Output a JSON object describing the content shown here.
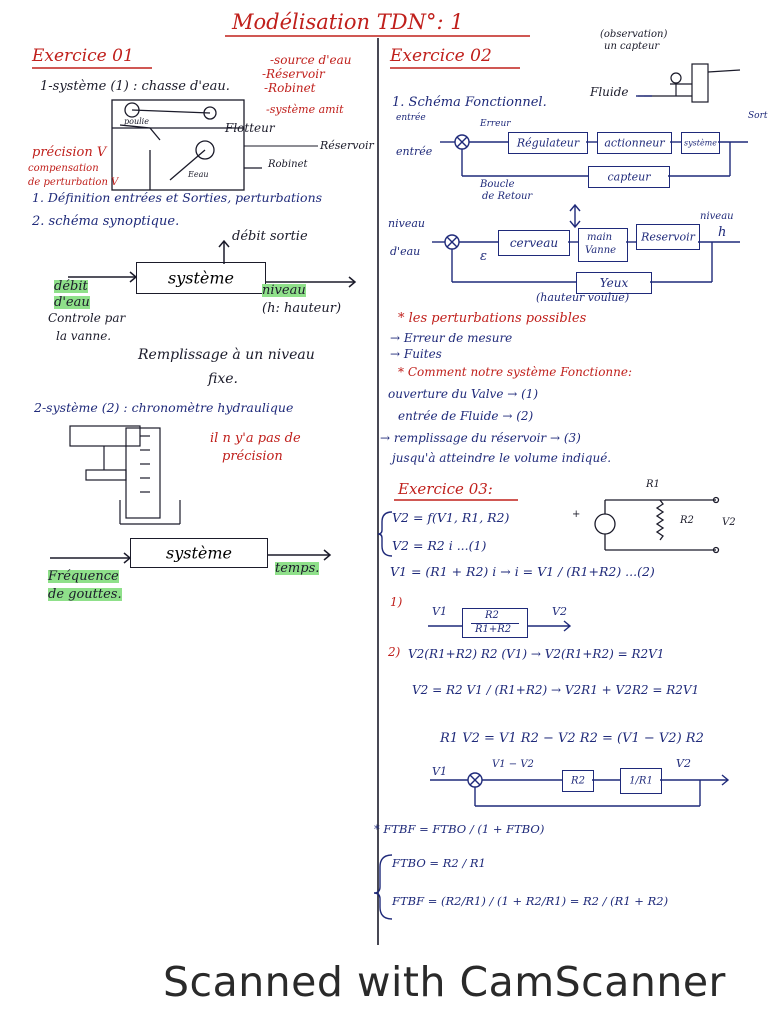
{
  "sheet": {
    "title": "Modélisation TDN°: 1",
    "footer": "Scanned with CamScanner"
  },
  "ex1": {
    "heading": "Exercice 01",
    "item1": "1-système (1) : chasse d'eau.",
    "notes": [
      "-source d'eau",
      "-Réservoir",
      "-Robinet",
      "-système amit"
    ],
    "diagram_labels": {
      "poulie": "poulie",
      "flotteur": "Flotteur",
      "reservoir": "Réservoir",
      "robinet": "Robinet",
      "eau": "Eeau"
    },
    "precision": "précision V",
    "compensation": [
      "compensation",
      "de perturbation V"
    ],
    "item1_def": "1. Définition entrées et Sorties, perturbations",
    "item2": "2. schéma synoptique.",
    "syn": {
      "box": "système",
      "out_top": "débit sortie",
      "in_left": [
        "débit",
        "d'eau"
      ],
      "out_right": "niveau",
      "out_right2": "(h: hauteur)",
      "controle": [
        "Controle par",
        "la vanne."
      ]
    },
    "remplissage": [
      "Remplissage à un niveau",
      "fixe."
    ],
    "item2_sys": "2-système (2) : chronomètre hydraulique",
    "no_precision": [
      "il n y'a pas de",
      "précision"
    ],
    "syn2": {
      "box": "système",
      "in_left": [
        "Fréquence",
        "de gouttes."
      ],
      "out_right": "temps."
    }
  },
  "ex2": {
    "heading": "Exercice 02",
    "observ": [
      "(observation)",
      "un capteur"
    ],
    "fluide": "Fluide",
    "item1": "1. Schéma Fonctionnel.",
    "entree": "entrée",
    "erreur": "Erreur",
    "sortie": "Sortie",
    "blocks": [
      "Régulateur",
      "actionneur",
      "système",
      "capteur"
    ],
    "boucle": [
      "Boucle",
      "de Retour"
    ],
    "diag2": {
      "in": [
        "niveau",
        "d'eau"
      ],
      "epsilon": "ε",
      "blocks": [
        "cerveau",
        "main",
        "Vanne",
        "Reservoir"
      ],
      "out": [
        "niveau",
        "h"
      ],
      "yeux": "Yeux",
      "hauteur": "(hauteur voulue)"
    },
    "perturb_title": "* les perturbations possibles",
    "perturb": [
      "→ Erreur de mesure",
      "→ Fuites"
    ],
    "comment_title": "* Comment notre système Fonctionne:",
    "steps": [
      "ouverture du Valve → (1)",
      "entrée de Fluide → (2)",
      "→ remplissage du réservoir → (3)",
      "jusqu'à atteindre le volume indiqué."
    ]
  },
  "ex3": {
    "heading": "Exercice 03:",
    "circuit": {
      "r1": "R1",
      "r2": "R2",
      "v2": "V2",
      "plus": "+"
    },
    "eqs": [
      "V2 = f(V1, R1, R2)",
      "V2 = R2 i ...(1)",
      "V1 = (R1 + R2) i  →  i = V1 / (R1+R2) ...(2)"
    ],
    "q1": "1)",
    "tf_block": {
      "in": "V1",
      "num": "R2",
      "den": "R1+R2",
      "out": "V2"
    },
    "q2": "2)",
    "eq2": [
      "V2(R1+R2) R2 (V1)  →  V2(R1+R2) = R2V1",
      "V2 = R2 V1 / (R1+R2)  →  V2R1 + V2R2 = R2V1",
      "R1 V2 = V1 R2 − V2 R2 = (V1 − V2) R2"
    ],
    "loop": {
      "in": "V1",
      "err": "V1 − V2",
      "b1": "R2",
      "b2": "1/R1",
      "out": "V2"
    },
    "ftbf": "* FTBF = FTBO / (1 + FTBO)",
    "ftbo": "FTBO = R2 / R1",
    "ftbf2": "FTBF = (R2/R1) / (1 + R2/R1) = R2 / (R1 + R2)"
  }
}
